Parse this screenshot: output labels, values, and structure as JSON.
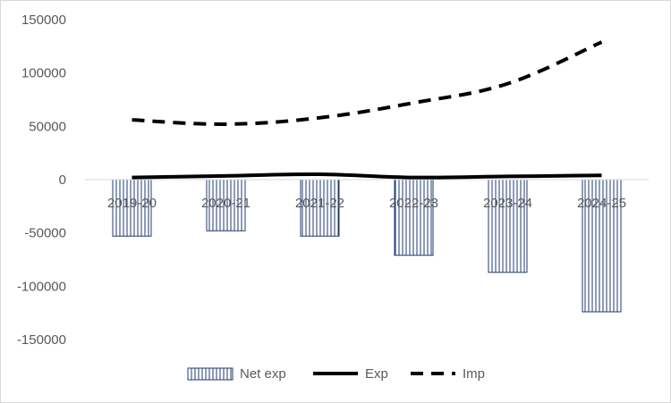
{
  "chart_data": {
    "type": "bar",
    "categories": [
      "2019-20",
      "2020-21",
      "2021-22",
      "2022-23",
      "2023-24",
      "2024-25"
    ],
    "series": [
      {
        "name": "Net exp",
        "type": "bar",
        "values": [
          -53000,
          -48000,
          -53000,
          -71000,
          -87000,
          -124000
        ]
      },
      {
        "name": "Exp",
        "type": "line",
        "values": [
          2000,
          3500,
          5000,
          2000,
          3000,
          4000
        ]
      },
      {
        "name": "Imp",
        "type": "line",
        "values": [
          56000,
          52000,
          58000,
          72000,
          90000,
          129000
        ]
      }
    ],
    "ylim": [
      -150000,
      150000
    ],
    "yticks": [
      150000,
      100000,
      50000,
      0,
      -50000,
      -100000,
      -150000
    ],
    "ytick_labels": [
      "150000",
      "100000",
      "50000",
      "0",
      "-50000",
      "-100000",
      "-150000"
    ],
    "grid": false,
    "legend_position": "bottom",
    "colors": {
      "bar_stripe": "#1f3b73",
      "bar_fill": "#ffffff",
      "line": "#000000",
      "axis": "#d9d9d9",
      "text": "#595959"
    }
  }
}
